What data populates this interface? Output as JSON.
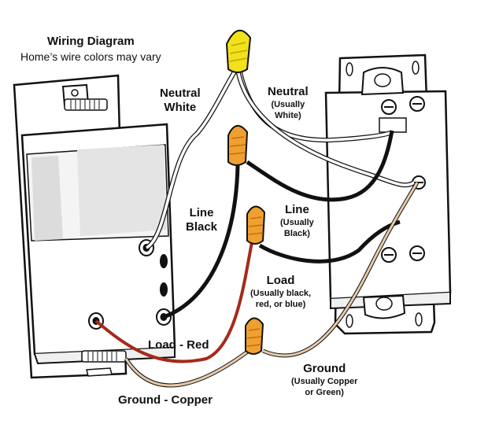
{
  "title": "Wiring Diagram",
  "subtitle": "Home’s wire colors may vary",
  "labels": {
    "neutral_white": [
      "Neutral",
      "White"
    ],
    "neutral_usually": [
      "Neutral",
      "(Usually",
      "White)"
    ],
    "line_black": [
      "Line",
      "Black"
    ],
    "line_usually": [
      "Line",
      "(Usually",
      "Black)"
    ],
    "load_usually": [
      "Load",
      "(Usually black,",
      "red, or blue)"
    ],
    "load_red": "Load - Red",
    "ground_usually": [
      "Ground",
      "(Usually Copper",
      "or Green)"
    ],
    "ground_copper": "Ground - Copper"
  },
  "colors": {
    "neutral_wire": "#ffffff",
    "line_wire": "#111111",
    "load_red_wire": "#a52a1a",
    "ground_wire": "#e9c9a8",
    "wire_nut_yellow": "#f2e21c",
    "wire_nut_orange": "#f0a030"
  }
}
